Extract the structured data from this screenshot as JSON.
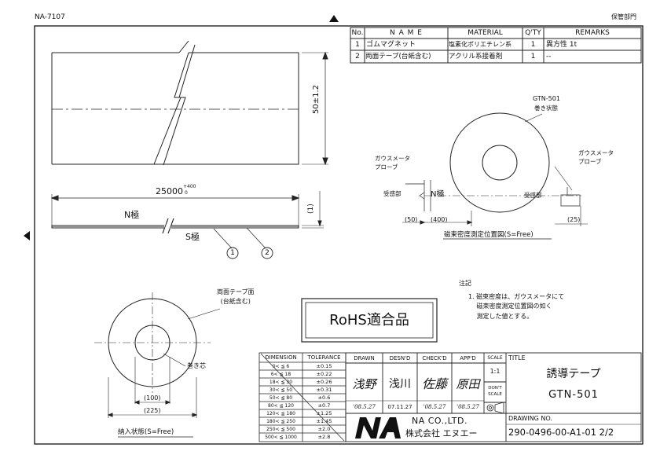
{
  "header": {
    "doc_code": "NA-7107",
    "dept_stamp": "保管部門"
  },
  "parts_table": {
    "headers": [
      "No.",
      "N A M E",
      "MATERIAL",
      "Q'TY",
      "REMARKS"
    ],
    "rows": [
      [
        "1",
        "ゴムマグネット",
        "塩素化ポリエチレン系",
        "1",
        "異方性 1t"
      ],
      [
        "2",
        "両面テープ(台紙含む)",
        "アクリル系接着剤",
        "1",
        "--"
      ]
    ]
  },
  "side_view": {
    "dim_height": "50±1.2",
    "dim_length": "25000",
    "tol_upper": "+400",
    "tol_lower": "0",
    "dim_thickness": "(1)",
    "n_pole": "N極",
    "s_pole": "S極",
    "balloon_1": "1",
    "balloon_2": "2"
  },
  "probe_view": {
    "product_label": "GTN-501",
    "wound_state": "巻き状態",
    "probe_left": "ガウスメータ\nプローブ",
    "probe_right": "ガウスメータ\nプローブ",
    "sensor_left": "受感部",
    "sensor_right": "受感部",
    "n_pole": "N極",
    "dim_50": "(50)",
    "dim_400": "(400)",
    "dim_25": "(25)",
    "caption": "磁束密度測定位置図(S=Free)"
  },
  "notes": {
    "heading": "注記",
    "item": "1. 磁束密度は、ガウスメータにて\n　 磁束密度測定位置図の如く\n　 測定した値とする。"
  },
  "roll_view": {
    "tape_side": "両面テープ面\n(台紙含む)",
    "core": "巻き芯",
    "dim_100": "(100)",
    "dim_225": "(225)",
    "caption": "納入状態(S=Free)"
  },
  "rohs": "RoHS適合品",
  "tolerance_table": {
    "headers": [
      "DIMENSION",
      "TOLERANCE"
    ],
    "rows": [
      [
        "0< ≦ 6",
        "±0.15"
      ],
      [
        "6< ≦ 18",
        "±0.22"
      ],
      [
        "18< ≦ 30",
        "±0.26"
      ],
      [
        "30< ≦ 50",
        "±0.31"
      ],
      [
        "50< ≦ 80",
        "±0.6"
      ],
      [
        "80< ≦ 120",
        "±0.7"
      ],
      [
        "120< ≦ 180",
        "±1.25"
      ],
      [
        "180< ≦ 250",
        "±1.45"
      ],
      [
        "250< ≦ 500",
        "±2.0"
      ],
      [
        "500< ≦ 1000",
        "±2.8"
      ]
    ]
  },
  "title_block": {
    "drawn_label": "DRAWN",
    "desn_label": "DESN'D",
    "check_label": "CHECK'D",
    "app_label": "APP'D",
    "scale_label": "SCALE",
    "scale_value": "1:1",
    "dont_scale": "DON'T\nSCALE",
    "drawn_sign": "浅野",
    "desn_sign": "浅川",
    "check_sign": "佐藤",
    "app_sign": "原田",
    "drawn_date": "'08.5.27",
    "desn_date": "07.11.27",
    "check_date": "'08.5.27",
    "app_date": "'08.5.27",
    "title_label": "TITLE",
    "title_jp": "誘導テープ",
    "title_code": "GTN-501",
    "drawing_no_label": "DRAWING NO.",
    "drawing_no": "290-0496-00-A1-01 2/2",
    "company_en": "NA CO.,LTD.",
    "company_jp": "株式会社 エヌエー"
  }
}
